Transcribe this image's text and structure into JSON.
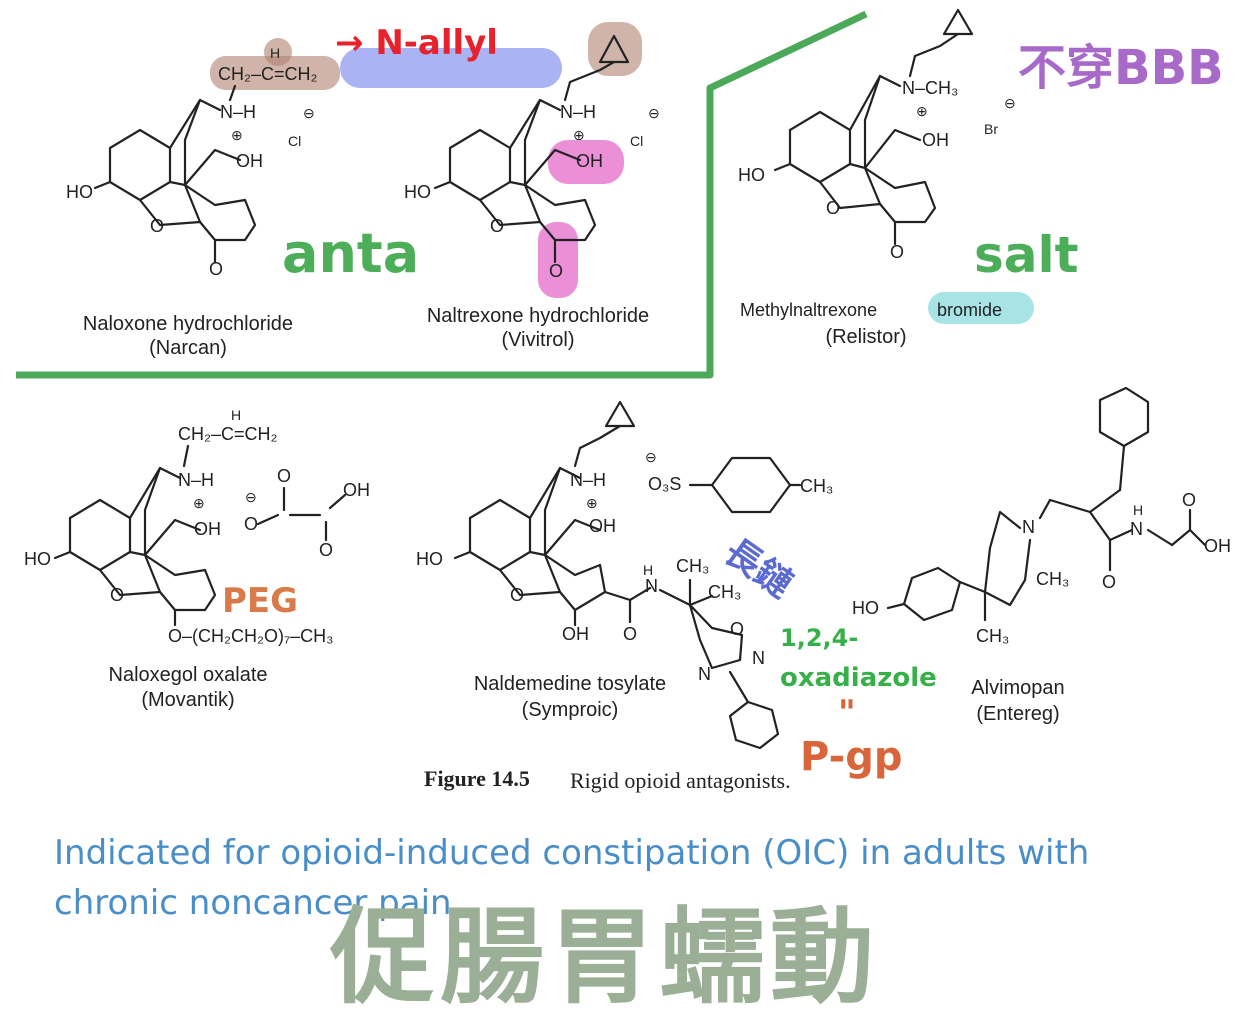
{
  "compounds": [
    {
      "name": "Naloxone hydrochloride",
      "brand": "(Narcan)"
    },
    {
      "name": "Naltrexone hydrochloride",
      "brand": "(Vivitrol)"
    },
    {
      "name": "Methylnaltrexone",
      "salt_word": "bromide",
      "brand": "(Relistor)"
    },
    {
      "name": "Naloxegol oxalate",
      "brand": "(Movantik)"
    },
    {
      "name": "Naldemedine tosylate",
      "brand": "(Symproic)"
    },
    {
      "name": "Alvimopan",
      "brand": "(Entereg)"
    }
  ],
  "figure": {
    "number": "Figure 14.5",
    "caption": "Rigid opioid antagonists."
  },
  "annotations": {
    "n_allyl": "→ N-allyl",
    "anta": "anta",
    "not_bbb": "不穿BBB",
    "salt": "salt",
    "peg": "PEG",
    "long_chain": "長鏈",
    "oxadiazole_line1": "1,2,4-",
    "oxadiazole_line2": "oxadiazole",
    "pgp": "P-gp",
    "quote_marks": "\"",
    "gi_motility": "促腸胃蠕動"
  },
  "labels": {
    "ch2_allyl": "CH₂–C=CH₂",
    "h_top": "H",
    "nh": "N–H",
    "n_ch3": "N–CH₃",
    "oh": "OH",
    "ho": "HO",
    "o": "O",
    "cl": "Cl",
    "br": "Br",
    "plus": "⊕",
    "minus": "⊖",
    "peg_chain": "O–(CH₂CH₂O)₇–CH₃",
    "o3s": "O₃S",
    "ch3": "CH₃",
    "n": "N",
    "nh_amide": "H",
    "oh_acid": "OH"
  },
  "colors": {
    "border_green": "#4ca95a",
    "n_allyl_red": "#e8222a",
    "highlight_blue": "#8e9bf0",
    "highlight_brown": "#b08070",
    "highlight_pink": "#e46ac8",
    "highlight_cyan": "#a8e4e6",
    "anta_green": "#4cae58",
    "bbb_purple": "#a86ac8",
    "salt_green": "#4cae58",
    "peg_orange": "#d97a4a",
    "long_chain_blue": "#5a6ad0",
    "oxadiazole_green": "#38b04a",
    "pgp_orange": "#d9663a",
    "note_blue": "#4a8ec9",
    "big_cn_sage": "#9aaf95"
  },
  "note_text": "Indicated for opioid-induced constipation (OIC) in adults with chronic noncancer pain"
}
